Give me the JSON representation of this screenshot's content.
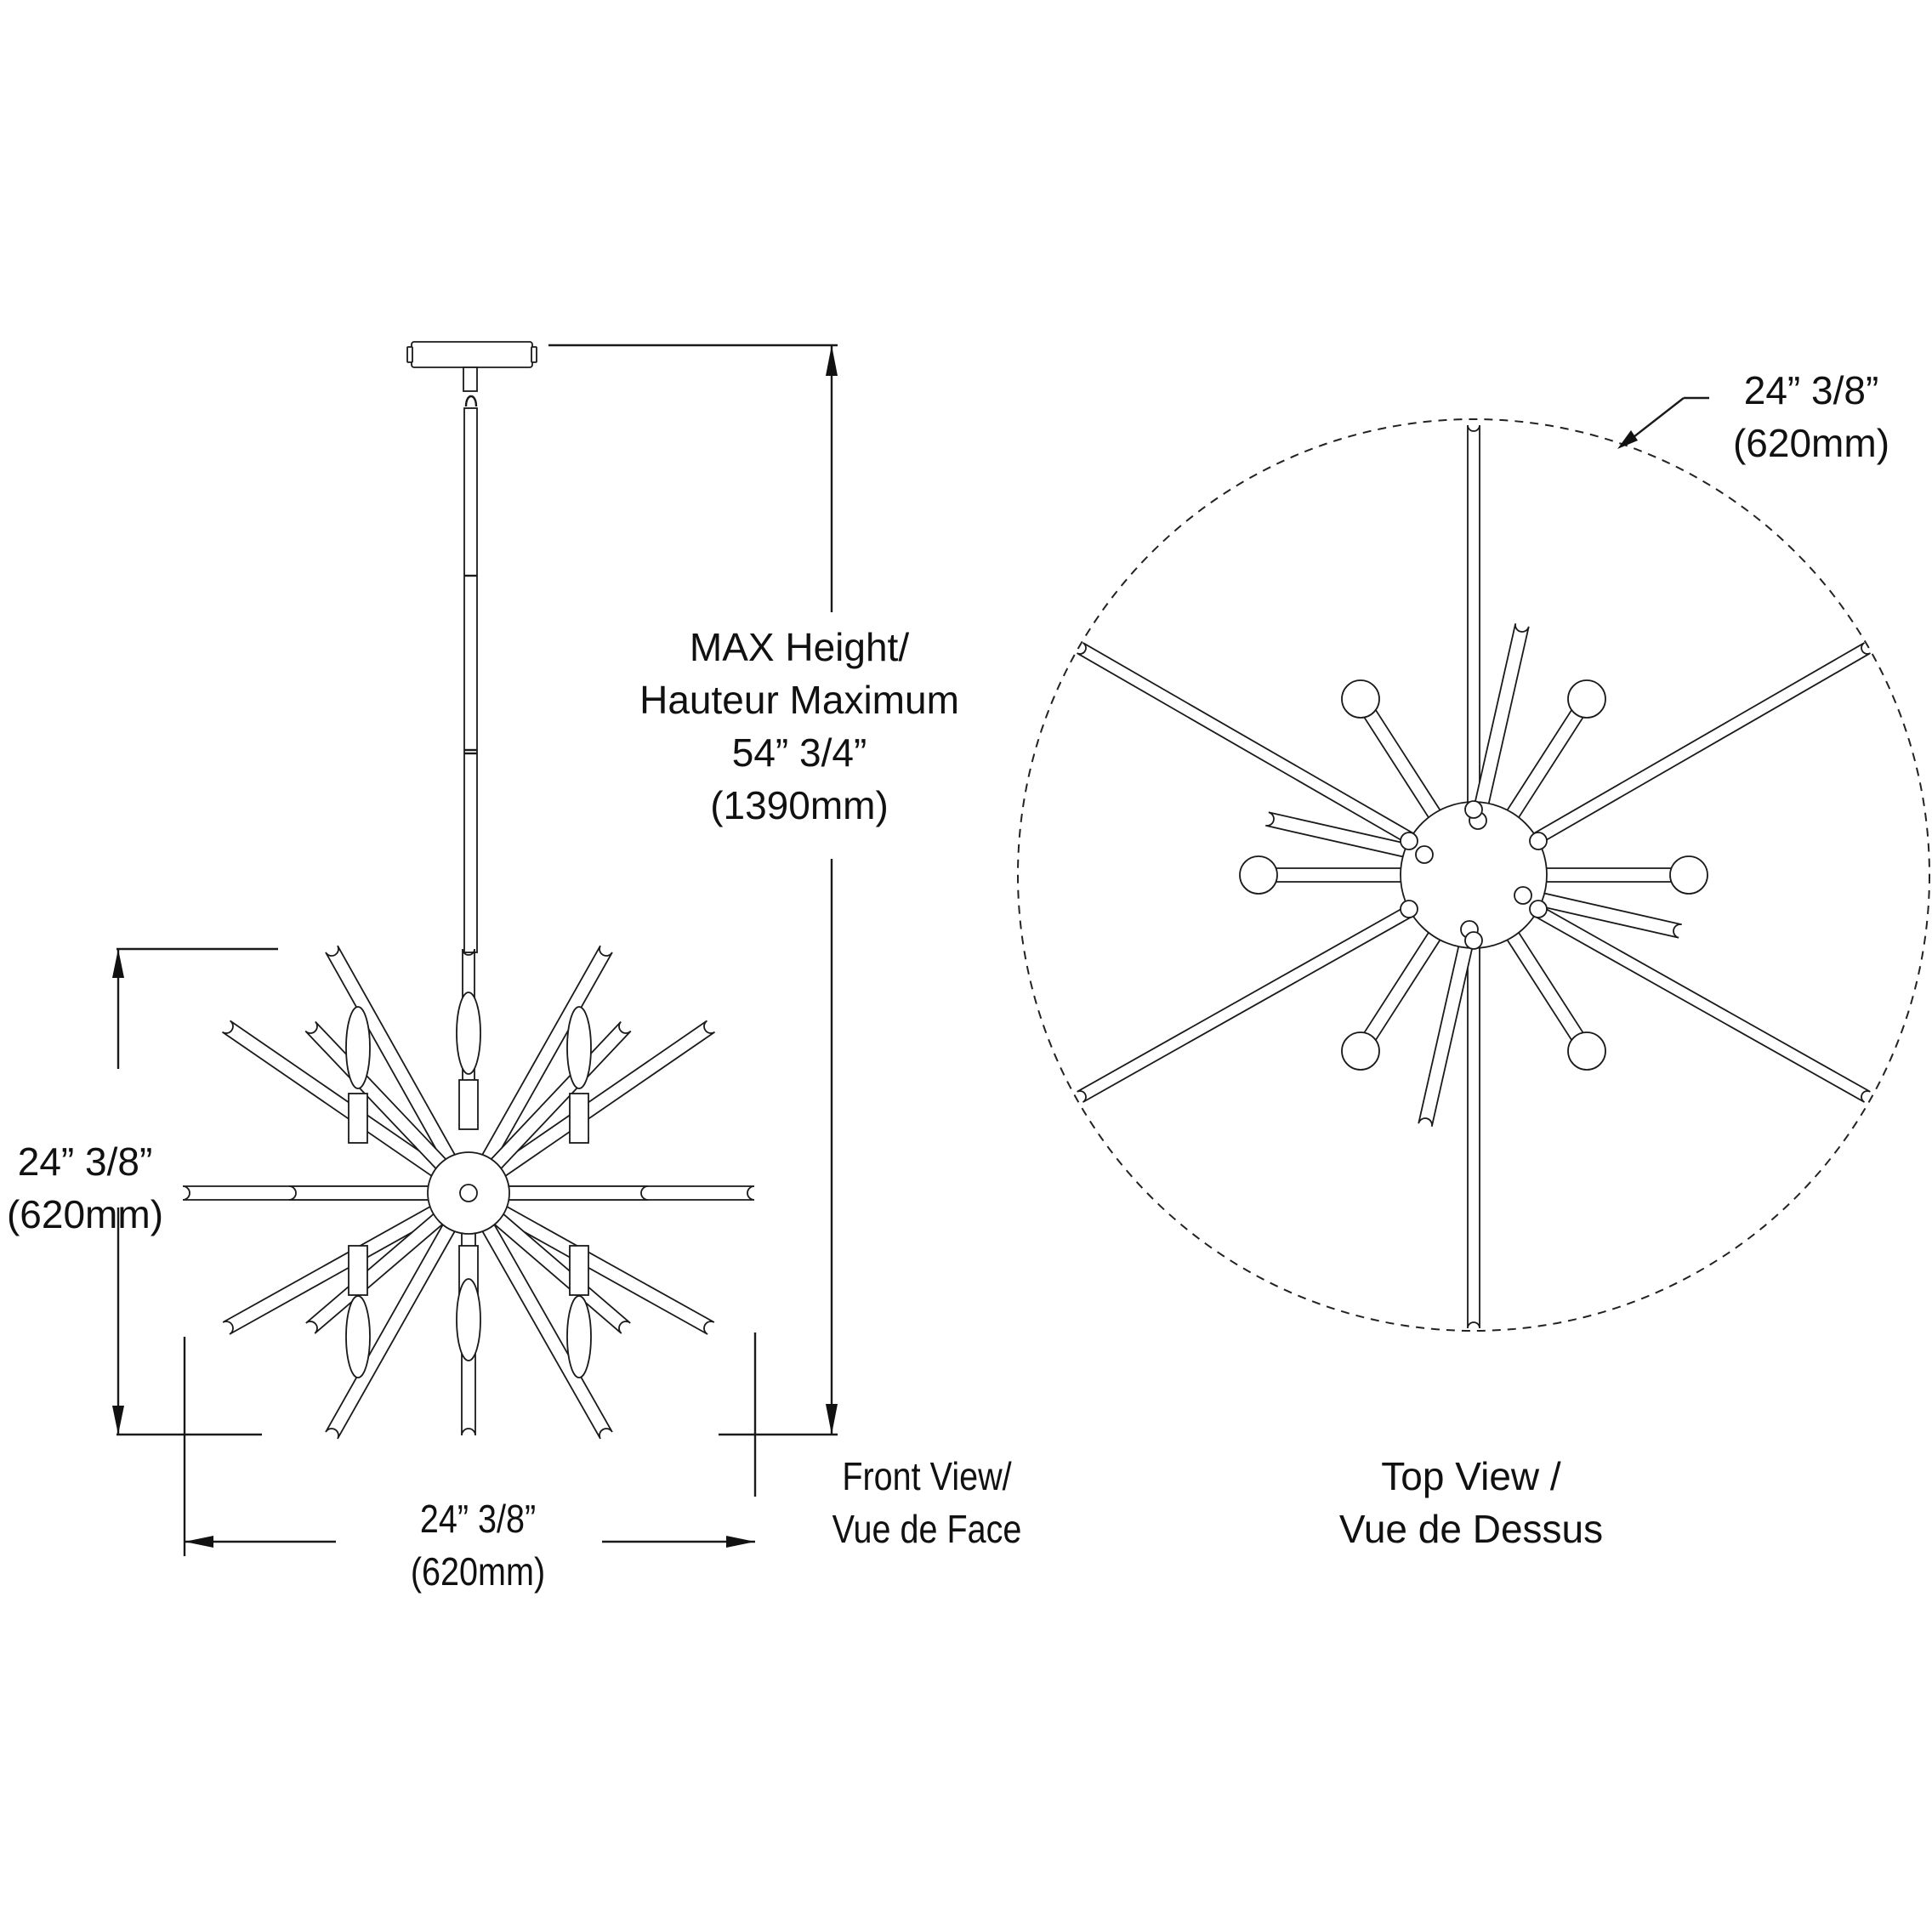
{
  "front_view": {
    "caption_line1": "Front View/",
    "caption_line2": "Vue de Face",
    "max_height": {
      "line1": "MAX Height/",
      "line2": "Hauteur Maximum",
      "imperial": "54” 3/4”",
      "metric": "(1390mm)"
    },
    "height_dimension": {
      "imperial": "24” 3/8”",
      "metric": "(620mm)"
    },
    "width_dimension": {
      "imperial": "24” 3/8”",
      "metric": "(620mm)"
    }
  },
  "top_view": {
    "caption_line1": "Top View /",
    "caption_line2": "Vue de Dessus",
    "diameter_dimension": {
      "imperial": "24” 3/8”",
      "metric": "(620mm)"
    }
  },
  "colors": {
    "line": "#1a1a1a",
    "background": "#ffffff"
  }
}
